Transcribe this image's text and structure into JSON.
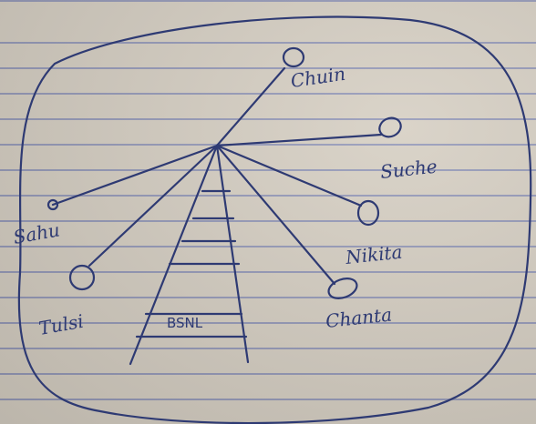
{
  "diagram": {
    "hub_label": "BSNL",
    "nodes": [
      {
        "id": "chuin",
        "label": "Chuin"
      },
      {
        "id": "suche",
        "label": "Suche"
      },
      {
        "id": "sahu",
        "label": "Sahu"
      },
      {
        "id": "nikita",
        "label": "Nikita"
      },
      {
        "id": "tulsi",
        "label": "Tulsi"
      },
      {
        "id": "chanta",
        "label": "Chanta"
      }
    ]
  }
}
